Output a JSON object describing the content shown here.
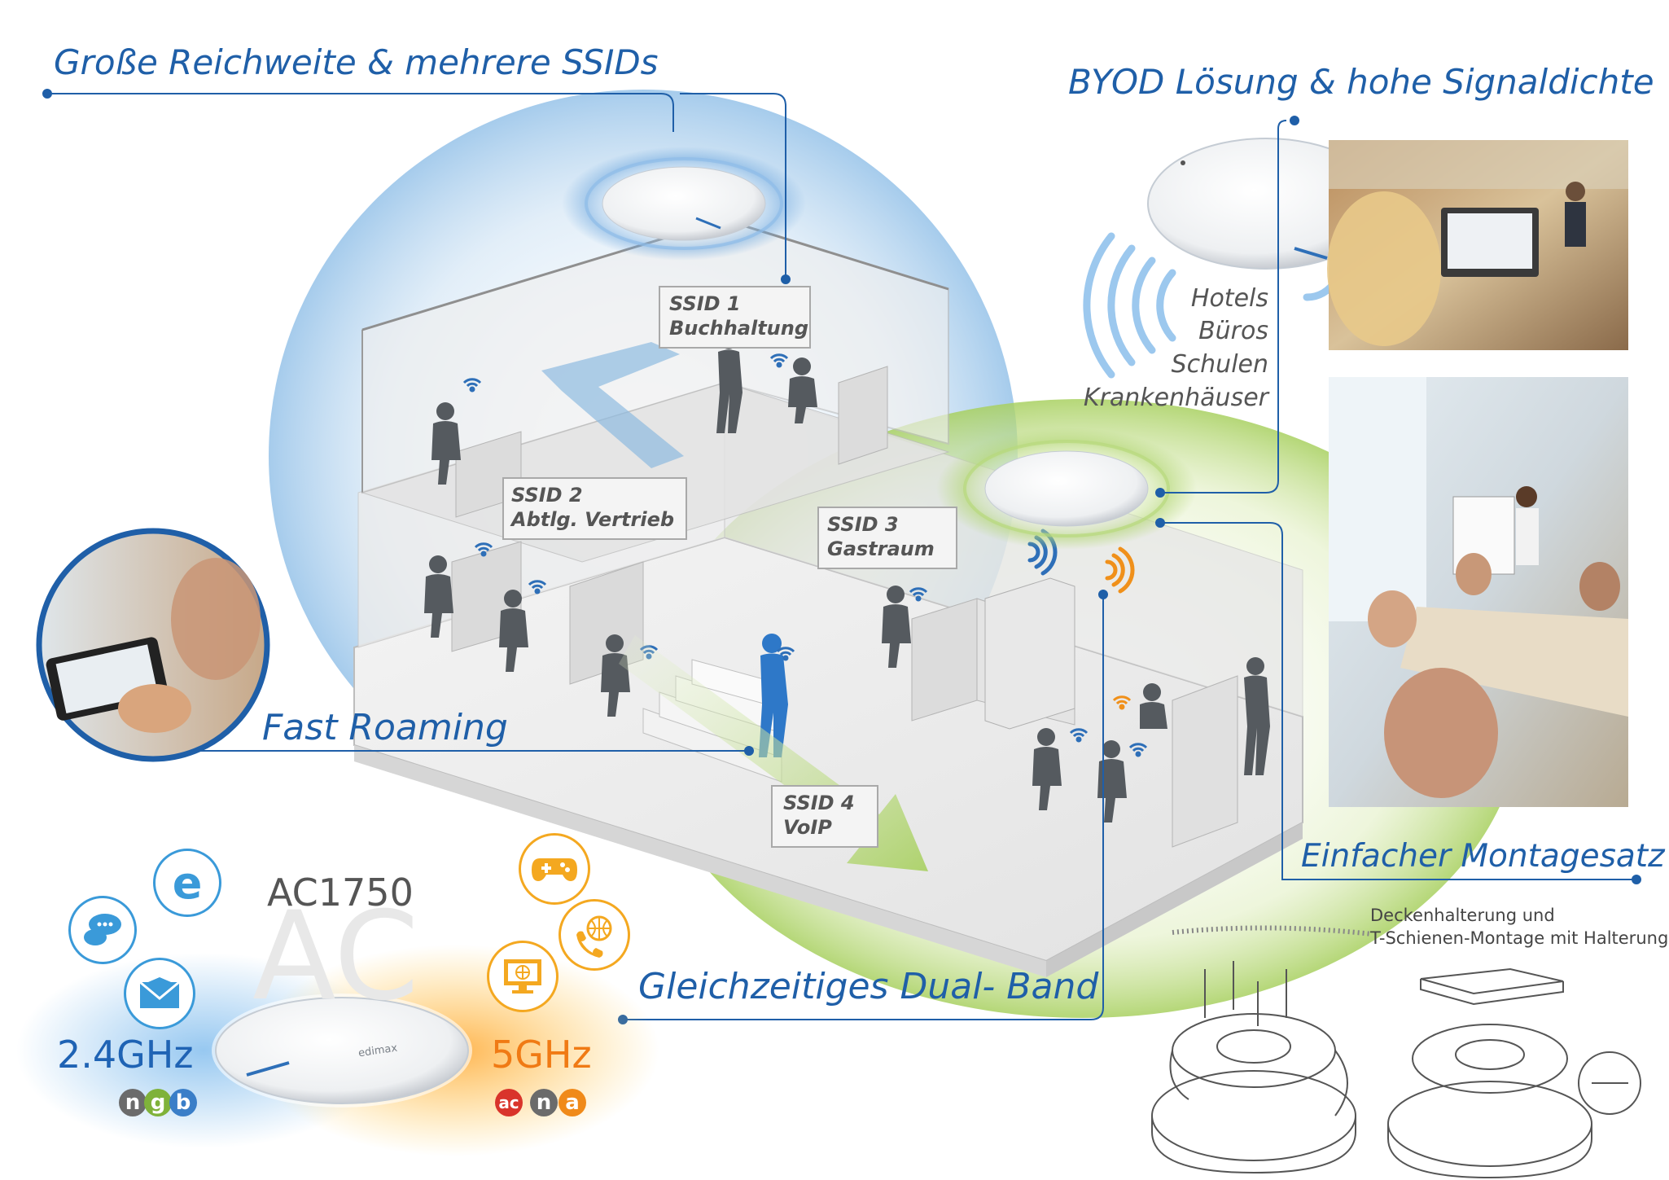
{
  "headings": {
    "range_ssids": "Große Reichweite & mehrere SSIDs",
    "byod": "BYOD Lösung & hohe Signaldichte",
    "fast_roaming": "Fast Roaming",
    "dual_band": "Gleichzeitiges Dual- Band",
    "mounting": "Einfacher Montagesatz"
  },
  "ssids": [
    {
      "line1": "SSID 1",
      "line2": "Buchhaltung"
    },
    {
      "line1": "SSID 2",
      "line2": "Abtlg. Vertrieb"
    },
    {
      "line1": "SSID 3",
      "line2": "Gastraum"
    },
    {
      "line1": "SSID 4",
      "line2": "VoIP"
    }
  ],
  "byod_places": [
    "Hotels",
    "Büros",
    "Schulen",
    "Krankenhäuser"
  ],
  "product": {
    "model": "AC1750",
    "watermark": "AC",
    "device_logo": "edimax"
  },
  "bands": {
    "band_24": "2.4GHz",
    "band_24_standards": [
      "n",
      "g",
      "b"
    ],
    "band_5": "5GHz",
    "band_5_standards": [
      "ac",
      "n",
      "a"
    ]
  },
  "mounting": {
    "caption_line1": "Deckenhalterung  und",
    "caption_line2": "T-Schienen-Montage mit Halterung."
  },
  "icons": {
    "band_24_icons": [
      "internet-explorer-icon",
      "chat-bubbles-icon",
      "email-envelope-icon"
    ],
    "band_5_icons": [
      "gamepad-icon",
      "voip-phone-globe-icon",
      "video-monitor-icon"
    ]
  },
  "colors": {
    "heading_blue": "#1f5fa8",
    "band_24_blue": "#1f63b4",
    "band_5_orange": "#f07a14",
    "glow_green": "#a8d060",
    "icon_blue": "#3a9ad9",
    "icon_orange": "#f4a820"
  }
}
